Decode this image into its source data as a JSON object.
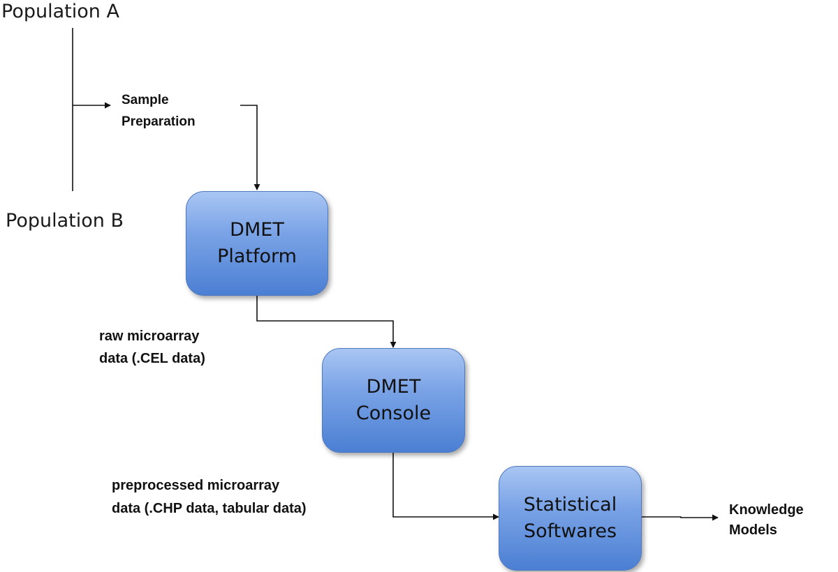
{
  "populations": {
    "a": "Population A",
    "b": "Population B"
  },
  "sample_preparation": {
    "line1": "Sample",
    "line2": "Preparation"
  },
  "nodes": {
    "dmet_platform": {
      "line1": "DMET",
      "line2": "Platform"
    },
    "dmet_console": {
      "line1": "DMET",
      "line2": "Console"
    },
    "statistical_softwares": {
      "line1": "Statistical",
      "line2": "Softwares"
    }
  },
  "edge_labels": {
    "raw": {
      "line1": "raw microarray",
      "line2": "data (.CEL data)"
    },
    "preprocessed": {
      "line1": "preprocessed microarray",
      "line2": "data (.CHP data, tabular data)"
    }
  },
  "output": {
    "line1": "Knowledge",
    "line2": "Models"
  },
  "colors": {
    "box_top": "#a9c6f3",
    "box_bottom": "#4b7fd3",
    "box_border": "#4e79be",
    "line": "#111111"
  }
}
